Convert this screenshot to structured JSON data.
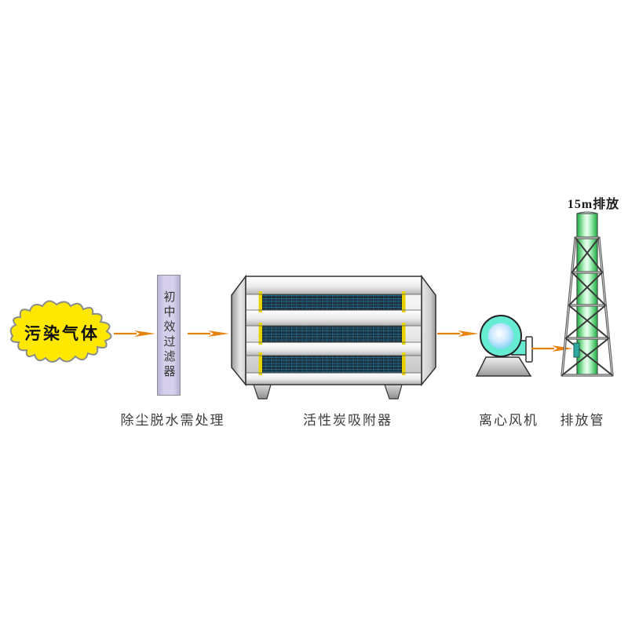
{
  "diagram": {
    "source": {
      "label": "污染气体"
    },
    "filter": {
      "label": "初中效过滤器",
      "note": "除尘脱水需处理"
    },
    "adsorber": {
      "label": "活性炭吸附器"
    },
    "fan": {
      "label": "离心风机"
    },
    "stack": {
      "label": "排放管",
      "height_note": "15m排放"
    },
    "colors": {
      "arrow": "#e8820f",
      "cloud_fill": "#ffe800",
      "cloud_outline": "#8c8c8c",
      "filter_fill": "#d6d0ec",
      "carbon_dark": "#101f29",
      "carbon_grid": "#2e7fa8",
      "highlight_yellow": "#e6d300",
      "fan_body": "#66ecd2",
      "stack_green": "#19ad3f"
    }
  }
}
